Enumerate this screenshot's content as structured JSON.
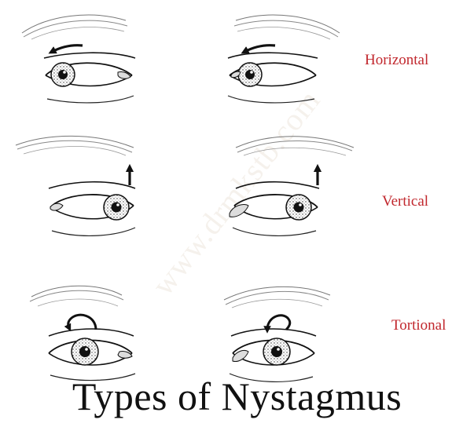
{
  "title": "Types of Nystagmus",
  "watermark": "www.drmkstb.com",
  "rows": [
    {
      "label": "Horizontal",
      "motion": "horizontal"
    },
    {
      "label": "Vertical",
      "motion": "vertical"
    },
    {
      "label": "Tortional",
      "motion": "torsional"
    }
  ],
  "colors": {
    "label": "#c1272d",
    "ink": "#111111"
  }
}
